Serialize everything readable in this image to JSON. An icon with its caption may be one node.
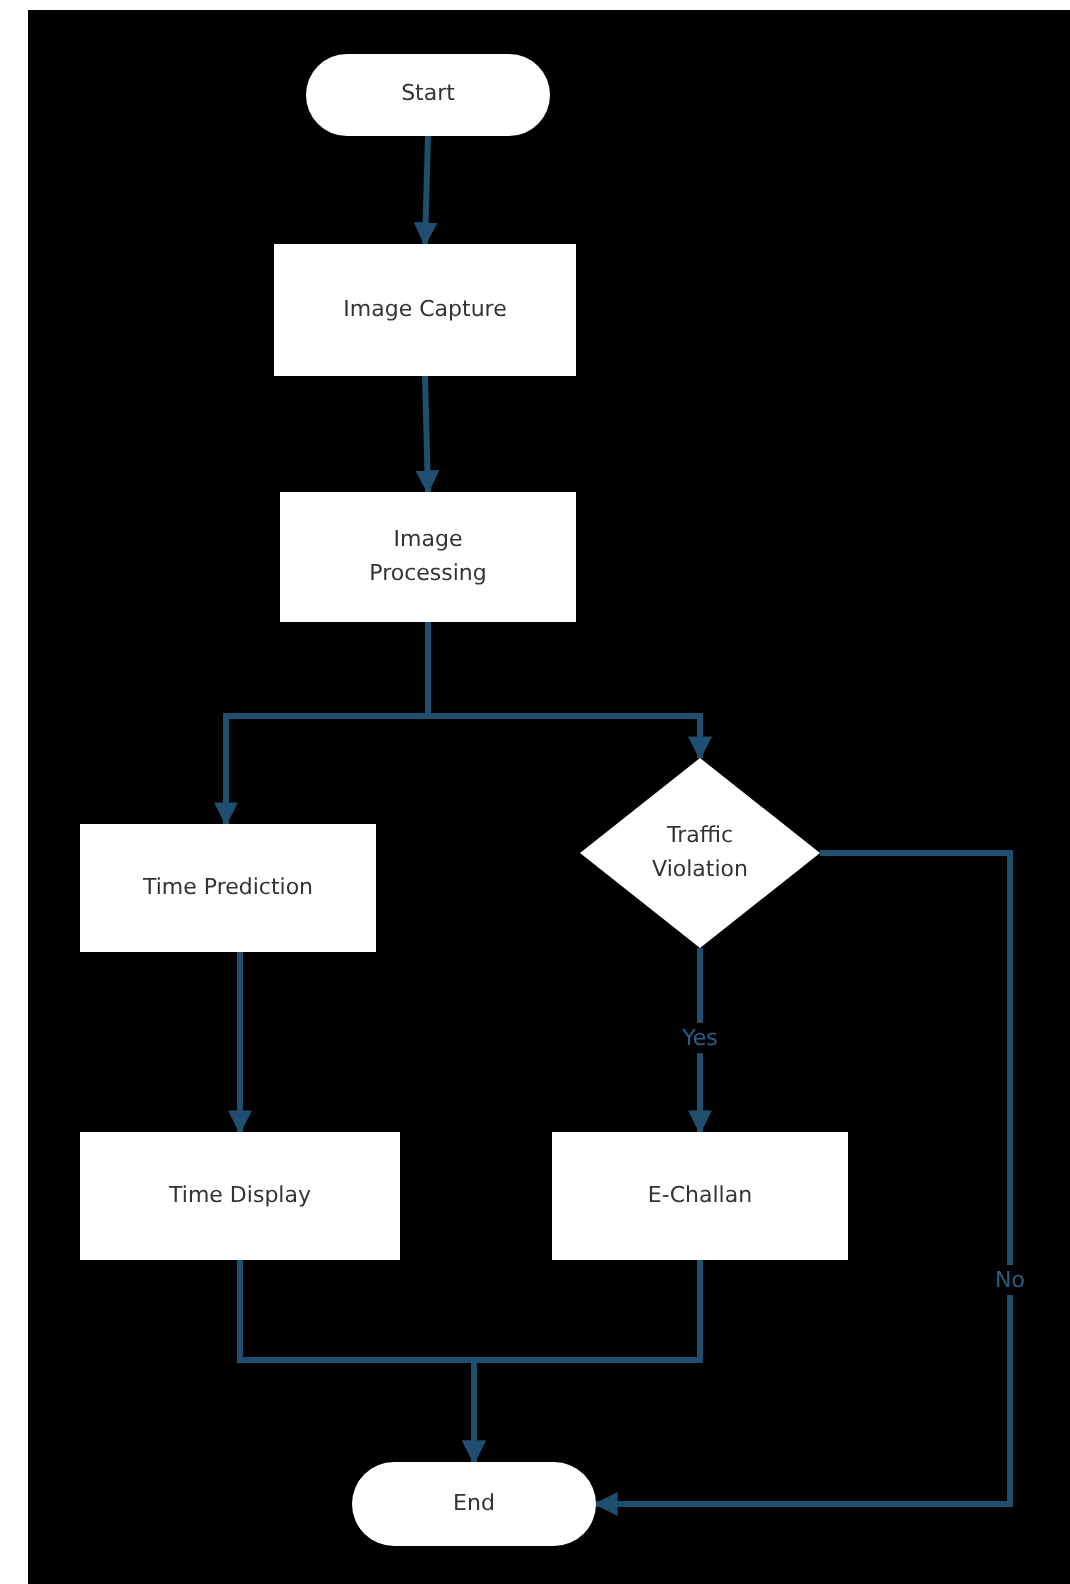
{
  "diagram": {
    "nodes": [
      {
        "text": [
          "Start"
        ]
      },
      {
        "text": [
          "Image Capture"
        ]
      },
      {
        "text": [
          "Image Processing"
        ]
      },
      {
        "text": [
          "Time Prediction"
        ]
      },
      {
        "text": [
          "Traffic Violation"
        ]
      },
      {
        "text": [
          "Time Display"
        ]
      },
      {
        "text": [
          "E-Challan"
        ]
      },
      {
        "text": [
          "End"
        ]
      }
    ],
    "edges": [
      {
        "from": 0,
        "to": 1,
        "arrow": "to"
      },
      {
        "from": 1,
        "to": 2,
        "arrow": "to"
      },
      {
        "from": 2,
        "to": 3,
        "arrow": "to"
      },
      {
        "from": 2,
        "to": 4,
        "arrow": "to"
      },
      {
        "from": 3,
        "to": 5,
        "arrow": "to"
      },
      {
        "from": 4,
        "to": 6,
        "label": "Yes",
        "arrow": "to"
      },
      {
        "from": 5,
        "to": 7,
        "arrow": "to"
      },
      {
        "from": 6,
        "to": 7,
        "arrow": "to"
      },
      {
        "from": 4,
        "to": 7,
        "label": "No",
        "arrow": "to"
      }
    ]
  }
}
